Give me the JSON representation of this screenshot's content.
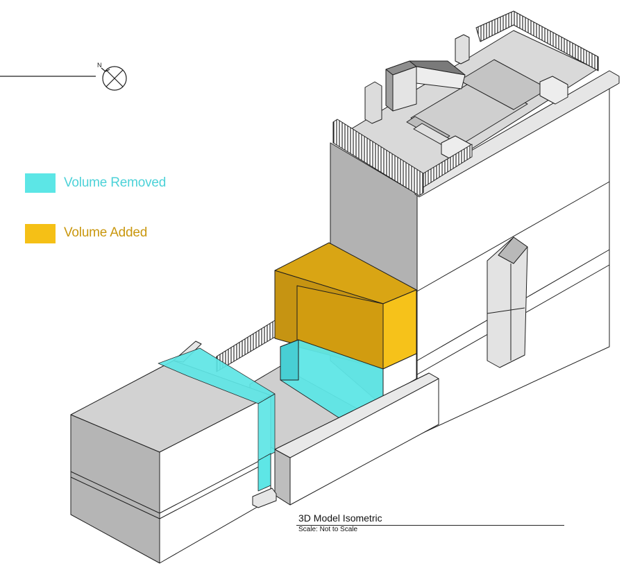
{
  "legend": {
    "removed": {
      "label": "Volume Removed",
      "color": "#5CE6E6",
      "text_color": "#4DD2D8"
    },
    "added": {
      "label": "Volume Added",
      "color": "#F5C016",
      "text_color": "#C9970E"
    }
  },
  "north_arrow": {
    "letter": "N",
    "icon": "north-arrow-icon"
  },
  "drawing": {
    "title": "3D Model Isometric",
    "scale_note": "Scale: Not to Scale"
  },
  "colors": {
    "roof_grey": "#D4D4D4",
    "side_grey": "#B8B8B8",
    "dark_grey": "#A6A6A6",
    "wall_white": "#FFFFFF",
    "line": "#1E1E1E"
  }
}
